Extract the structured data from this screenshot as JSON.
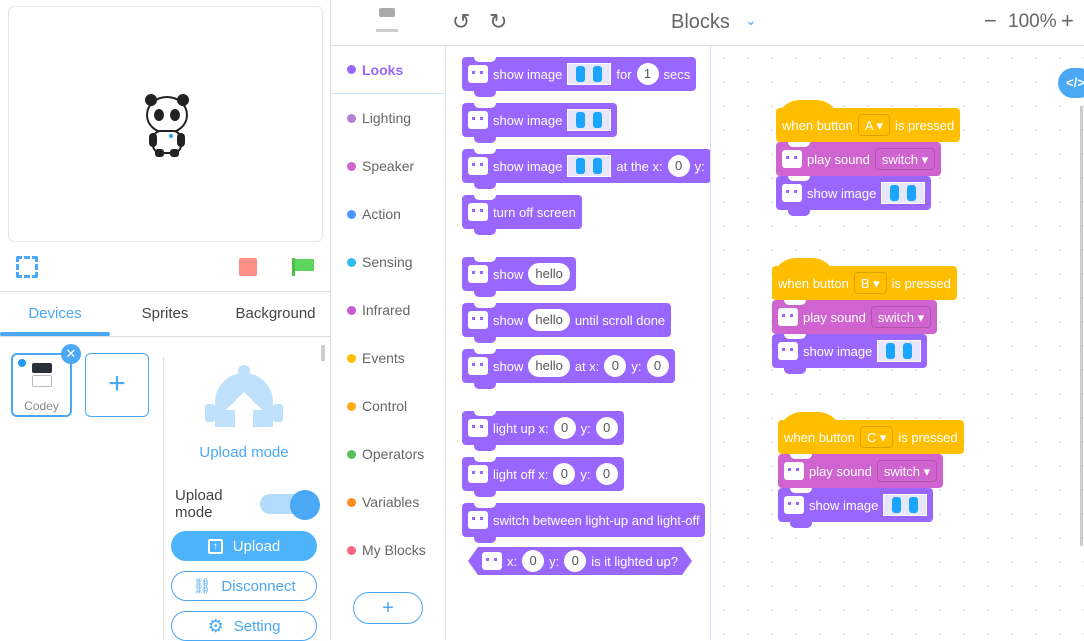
{
  "stage": {
    "tabs": [
      "Devices",
      "Sprites",
      "Background"
    ],
    "active_tab": "Devices"
  },
  "device": {
    "name": "Codey",
    "add_label": "+"
  },
  "upload": {
    "title": "Upload mode",
    "toggle_label": "Upload mode",
    "toggle_on": true,
    "upload_btn": "Upload",
    "disconnect_btn": "Disconnect",
    "setting_btn": "Setting"
  },
  "toolbar": {
    "mode": "Blocks",
    "zoom": "100%",
    "zoom_out": "−",
    "zoom_in": "+"
  },
  "categories": [
    {
      "label": "Looks",
      "color": "#9966ff"
    },
    {
      "label": "Lighting",
      "color": "#b57fd6"
    },
    {
      "label": "Speaker",
      "color": "#cf63cf"
    },
    {
      "label": "Action",
      "color": "#4c97ff"
    },
    {
      "label": "Sensing",
      "color": "#2fbcf1"
    },
    {
      "label": "Infrared",
      "color": "#c65bd1"
    },
    {
      "label": "Events",
      "color": "#ffbf00"
    },
    {
      "label": "Control",
      "color": "#ffab19"
    },
    {
      "label": "Operators",
      "color": "#59c059"
    },
    {
      "label": "Variables",
      "color": "#ff8c1a"
    },
    {
      "label": "My Blocks",
      "color": "#ff6680"
    }
  ],
  "add_category": "+",
  "palette": [
    {
      "parts": [
        [
          "t",
          "show image"
        ],
        [
          "img"
        ],
        [
          "t",
          "for"
        ],
        [
          "i",
          "1"
        ],
        [
          "t",
          "secs"
        ]
      ]
    },
    {
      "parts": [
        [
          "t",
          "show image"
        ],
        [
          "img"
        ]
      ]
    },
    {
      "parts": [
        [
          "t",
          "show image"
        ],
        [
          "img"
        ],
        [
          "t",
          "at the x:"
        ],
        [
          "i",
          "0"
        ],
        [
          "t",
          "y:"
        ]
      ]
    },
    {
      "parts": [
        [
          "t",
          "turn off screen"
        ]
      ]
    },
    {
      "parts": [
        [
          "t",
          "show"
        ],
        [
          "i",
          "hello"
        ]
      ]
    },
    {
      "parts": [
        [
          "t",
          "show"
        ],
        [
          "i",
          "hello"
        ],
        [
          "t",
          "until scroll done"
        ]
      ]
    },
    {
      "parts": [
        [
          "t",
          "show"
        ],
        [
          "i",
          "hello"
        ],
        [
          "t",
          "at x:"
        ],
        [
          "i",
          "0"
        ],
        [
          "t",
          "y:"
        ],
        [
          "i",
          "0"
        ]
      ]
    },
    {
      "parts": [
        [
          "t",
          "light up x:"
        ],
        [
          "i",
          "0"
        ],
        [
          "t",
          "y:"
        ],
        [
          "i",
          "0"
        ]
      ]
    },
    {
      "parts": [
        [
          "t",
          "light off x:"
        ],
        [
          "i",
          "0"
        ],
        [
          "t",
          "y:"
        ],
        [
          "i",
          "0"
        ]
      ]
    },
    {
      "parts": [
        [
          "t",
          "switch between light-up and light-off"
        ]
      ]
    },
    {
      "parts": [
        [
          "t",
          "x:"
        ],
        [
          "i",
          "0"
        ],
        [
          "t",
          "y:"
        ],
        [
          "i",
          "0"
        ],
        [
          "t",
          "is it lighted up?"
        ]
      ]
    }
  ],
  "scripts": [
    {
      "button": "A",
      "sound": "switch"
    },
    {
      "button": "B",
      "sound": "switch"
    },
    {
      "button": "C",
      "sound": "switch"
    }
  ],
  "script_text": {
    "when": "when button",
    "pressed": "is pressed",
    "play": "play sound",
    "show": "show image"
  }
}
